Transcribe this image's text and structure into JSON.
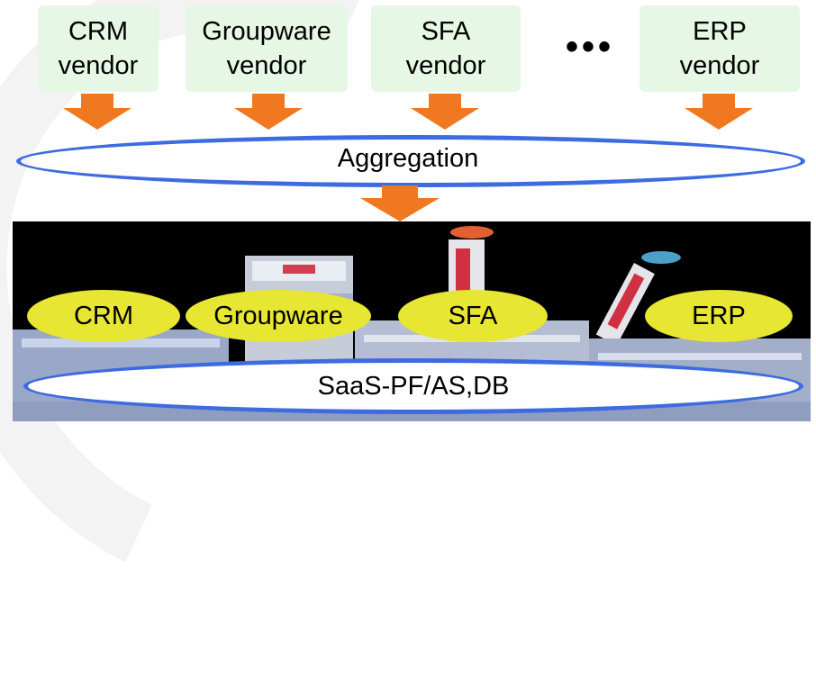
{
  "vendors": [
    {
      "line1": "CRM",
      "line2": "vendor"
    },
    {
      "line1": "Groupware",
      "line2": "vendor"
    },
    {
      "line1": "SFA",
      "line2": "vendor"
    },
    {
      "line1": "ERP",
      "line2": "vendor"
    }
  ],
  "ellipsis": "•••",
  "aggregation": {
    "label": "Aggregation"
  },
  "services": [
    "CRM",
    "Groupware",
    "SFA",
    "ERP"
  ],
  "platform": {
    "label": "SaaS-PF/AS,DB"
  },
  "colors": {
    "vendor_box": "#e6f7e6",
    "arrow": "#f07820",
    "ellipse_border": "#3d6be0",
    "service_bubble": "#e6e633"
  }
}
